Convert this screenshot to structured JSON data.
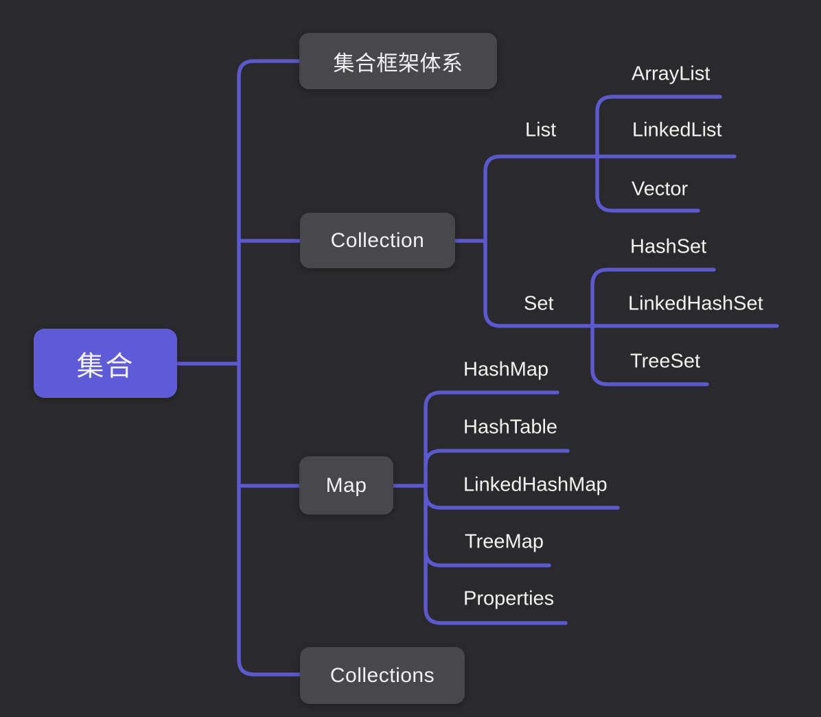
{
  "colors": {
    "background": "#2a2a2c",
    "accent": "#5b58d0",
    "topic_fill": "#48484c",
    "root_fill": "#5f5ad8",
    "text": "#f2f2f3"
  },
  "diagram_type": "mind-map",
  "tree": {
    "label": "集合",
    "children": [
      {
        "label": "集合框架体系",
        "children": []
      },
      {
        "label": "Collection",
        "children": [
          {
            "label": "List",
            "children": [
              {
                "label": "ArrayList"
              },
              {
                "label": "LinkedList"
              },
              {
                "label": "Vector"
              }
            ]
          },
          {
            "label": "Set",
            "children": [
              {
                "label": "HashSet"
              },
              {
                "label": "LinkedHashSet"
              },
              {
                "label": "TreeSet"
              }
            ]
          }
        ]
      },
      {
        "label": "Map",
        "children": [
          {
            "label": "HashMap"
          },
          {
            "label": "HashTable"
          },
          {
            "label": "LinkedHashMap"
          },
          {
            "label": "TreeMap"
          },
          {
            "label": "Properties"
          }
        ]
      },
      {
        "label": "Collections",
        "children": []
      }
    ]
  }
}
